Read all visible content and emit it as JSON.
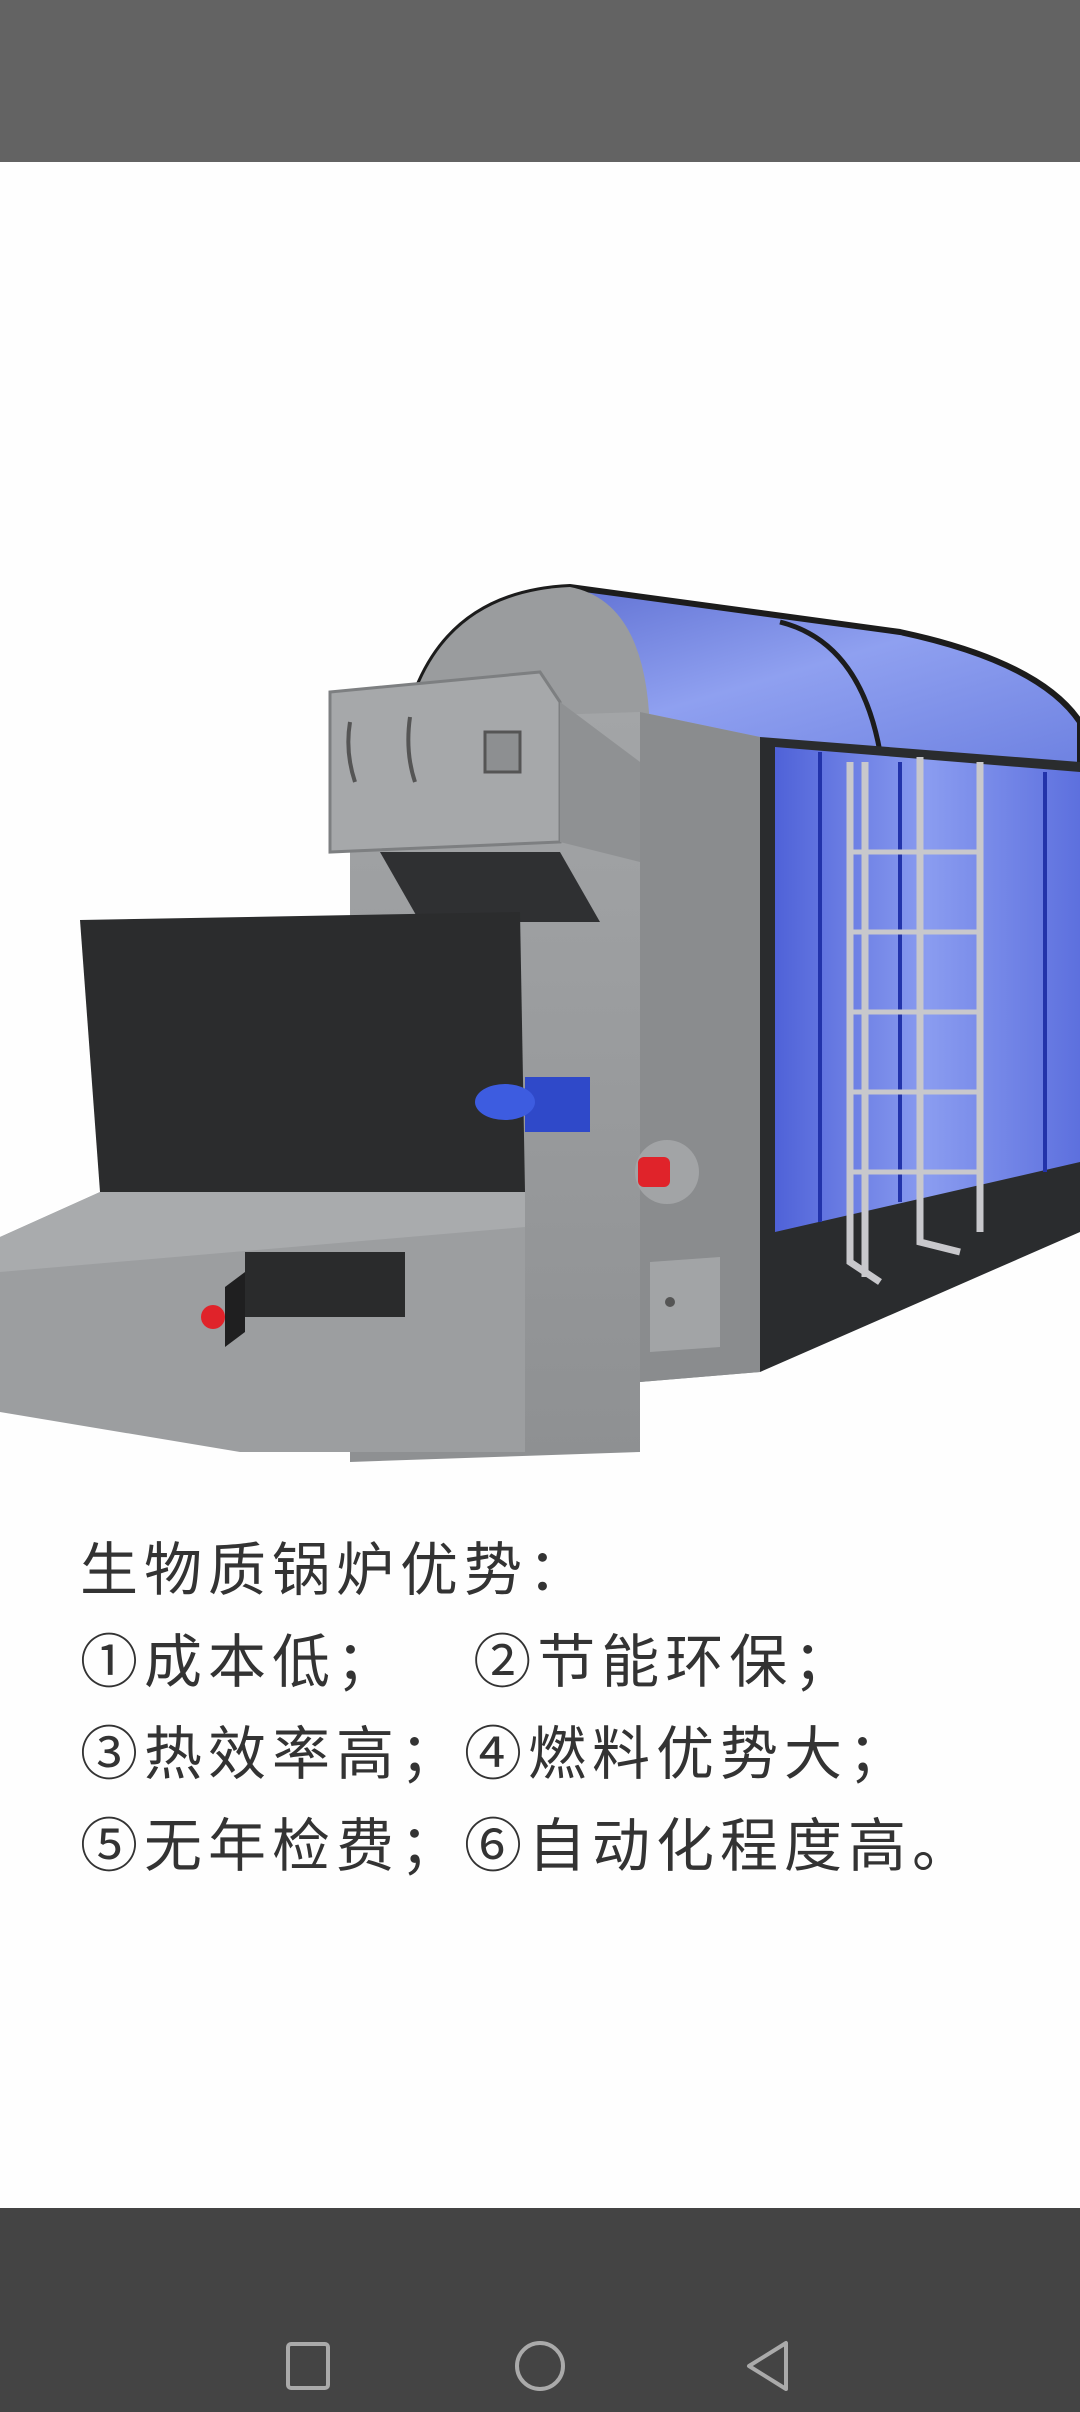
{
  "status_bar": {},
  "content": {
    "image": {
      "description": "3D rendering of a biomass boiler with gray body, black hopper, blue panels, and a ladder",
      "colors": {
        "gray_body": "#9a9c9e",
        "dark_gray": "#2b2d2e",
        "blue_panel": "#6a7de8",
        "red_light": "#e0232a",
        "blue_burner": "#2f49c9"
      }
    },
    "text": {
      "title": "生物质锅炉优势：",
      "lines": [
        "①成本低；   ②节能环保；",
        "③热效率高；④燃料优势大；",
        "⑤无年检费；⑥自动化程度高。"
      ]
    }
  },
  "nav_bar": {
    "recents_icon": "square-icon",
    "home_icon": "circle-icon",
    "back_icon": "triangle-back-icon",
    "icon_color": "#aaaaaa"
  }
}
